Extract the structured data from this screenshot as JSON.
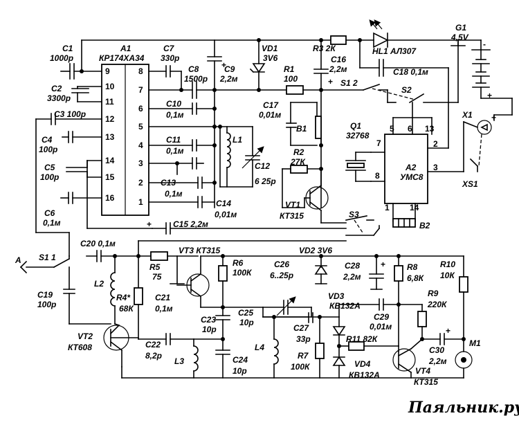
{
  "watermark": "Паяльник.ру",
  "ic_a1": {
    "ref": "A1",
    "part": "КР174ХА34",
    "pins_left": [
      "9",
      "10",
      "11",
      "12",
      "13",
      "14",
      "15",
      "16"
    ],
    "pins_right": [
      "8",
      "7",
      "6",
      "5",
      "4",
      "3",
      "2",
      "1"
    ]
  },
  "ic_a2": {
    "ref": "A2",
    "part": "УМС8",
    "pins": [
      "5",
      "6",
      "13",
      "7",
      "8",
      "2",
      "3",
      "1",
      "14"
    ]
  },
  "components": [
    {
      "ref": "C1",
      "value": "1000р"
    },
    {
      "ref": "C2",
      "value": "3300р"
    },
    {
      "ref": "C3",
      "value": "100р"
    },
    {
      "ref": "C4",
      "value": "100р"
    },
    {
      "ref": "C5",
      "value": "100р"
    },
    {
      "ref": "C6",
      "value": "0,1м"
    },
    {
      "ref": "C7",
      "value": "330р"
    },
    {
      "ref": "C8",
      "value": "1500р"
    },
    {
      "ref": "C9",
      "value": "2,2м"
    },
    {
      "ref": "C10",
      "value": "0,1м"
    },
    {
      "ref": "C11",
      "value": "0,1м"
    },
    {
      "ref": "C12",
      "value": "6 25р"
    },
    {
      "ref": "C13",
      "value": "0,1м"
    },
    {
      "ref": "C14",
      "value": "0,01м"
    },
    {
      "ref": "C15",
      "value": "2,2м"
    },
    {
      "ref": "C16",
      "value": "2,2м"
    },
    {
      "ref": "C17",
      "value": "0,01м"
    },
    {
      "ref": "C18",
      "value": "0,1м"
    },
    {
      "ref": "C19",
      "value": "100р"
    },
    {
      "ref": "C20",
      "value": "0,1м"
    },
    {
      "ref": "C21",
      "value": "0,1м"
    },
    {
      "ref": "C22",
      "value": "8,2р"
    },
    {
      "ref": "C23",
      "value": "10р"
    },
    {
      "ref": "C24",
      "value": "10р"
    },
    {
      "ref": "C25",
      "value": "10р"
    },
    {
      "ref": "C26",
      "value": "6..25р"
    },
    {
      "ref": "C27",
      "value": "33р"
    },
    {
      "ref": "C28",
      "value": "2,2м"
    },
    {
      "ref": "C29",
      "value": "0,01м"
    },
    {
      "ref": "C30",
      "value": "2,2м"
    },
    {
      "ref": "R1",
      "value": "100"
    },
    {
      "ref": "R2",
      "value": "27К"
    },
    {
      "ref": "R3",
      "value": "2К"
    },
    {
      "ref": "R4*",
      "value": "68К"
    },
    {
      "ref": "R5",
      "value": "75"
    },
    {
      "ref": "R6",
      "value": "100К"
    },
    {
      "ref": "R7",
      "value": "100К"
    },
    {
      "ref": "R8",
      "value": "6,8К"
    },
    {
      "ref": "R9",
      "value": "220К"
    },
    {
      "ref": "R10",
      "value": "10К"
    },
    {
      "ref": "R11",
      "value": "82К"
    },
    {
      "ref": "VD1",
      "value": "3V6"
    },
    {
      "ref": "VD2",
      "value": "3V6"
    },
    {
      "ref": "VD3",
      "value": "КВ132А"
    },
    {
      "ref": "VD4",
      "value": "КВ132А"
    },
    {
      "ref": "VT1",
      "value": "КТ315"
    },
    {
      "ref": "VT2",
      "value": "КТ608"
    },
    {
      "ref": "VT3",
      "value": "КТ315"
    },
    {
      "ref": "VT4",
      "value": "КТ315"
    },
    {
      "ref": "HL1",
      "value": "АЛ307"
    },
    {
      "ref": "G1",
      "value": "4,5V"
    },
    {
      "ref": "Q1",
      "value": "32768"
    },
    {
      "ref": "L1",
      "value": ""
    },
    {
      "ref": "L2",
      "value": ""
    },
    {
      "ref": "L3",
      "value": ""
    },
    {
      "ref": "L4",
      "value": ""
    },
    {
      "ref": "B1",
      "value": ""
    },
    {
      "ref": "B2",
      "value": ""
    },
    {
      "ref": "M1",
      "value": ""
    },
    {
      "ref": "X1",
      "value": ""
    },
    {
      "ref": "XS1",
      "value": ""
    },
    {
      "ref": "S1.1",
      "value": ""
    },
    {
      "ref": "S1.2",
      "value": ""
    },
    {
      "ref": "S2",
      "value": ""
    },
    {
      "ref": "S3",
      "value": ""
    },
    {
      "ref": "A",
      "value": ""
    }
  ],
  "labels": {
    "C1": "C1",
    "C1v": "1000р",
    "C2": "C2",
    "C2v": "3300р",
    "C3": "C3 100р",
    "C4": "C4",
    "C4v": "100р",
    "C5": "C5",
    "C5v": "100р",
    "C6": "C6",
    "C6v": "0,1м",
    "C7": "C7",
    "C7v": "330р",
    "C8": "C8",
    "C8v": "1500р",
    "C9": "C9",
    "C9v": "2,2м",
    "C10": "C10",
    "C10v": "0,1м",
    "C11": "C11",
    "C11v": "0,1м",
    "C12": "C12",
    "C12v": "6  25р",
    "C13": "C13",
    "C13v": "0,1м",
    "C14": "C14",
    "C14v": "0,01м",
    "C15": "C15 2,2м",
    "C16": "C16",
    "C16v": "2,2м",
    "C17": "C17",
    "C17v": "0,01м",
    "C18": "C18 0,1м",
    "C19": "C19",
    "C19v": "100р",
    "C20": "C20 0,1м",
    "C21": "C21",
    "C21v": "0,1м",
    "C22": "C22",
    "C22v": "8,2р",
    "C23": "C23",
    "C23v": "10р",
    "C24": "C24",
    "C24v": "10р",
    "C25": "C25",
    "C25v": "10р",
    "C26": "C26",
    "C26v": "6..25р",
    "C27": "C27",
    "C27v": "33р",
    "C28": "C28",
    "C28v": "2,2м",
    "C29": "C29",
    "C29v": "0,01м",
    "C30": "C30",
    "C30v": "2,2м",
    "R1": "R1",
    "R1v": "100",
    "R2": "R2",
    "R2v": "27К",
    "R3": "R3 2К",
    "R4": "R4*",
    "R4v": "68К",
    "R5": "R5",
    "R5v": "75",
    "R6": "R6",
    "R6v": "100К",
    "R7": "R7",
    "R7v": "100К",
    "R8": "R8",
    "R8v": "6,8К",
    "R9": "R9",
    "R9v": "220К",
    "R10": "R10",
    "R10v": "10К",
    "R11": "R11 82К",
    "VD1": "VD1",
    "VD1v": "3V6",
    "VD2": "VD2 3V6",
    "VD3": "VD3",
    "VD3v": "КВ132А",
    "VD4": "VD4",
    "VD4v": "КВ132А",
    "VT1": "VT1",
    "VT1v": "КТ315",
    "VT2": "VT2",
    "VT2v": "КТ608",
    "VT3": "VT3 КТ315",
    "VT4": "VT4",
    "VT4v": "КТ315",
    "HL1": "HL1 АЛ307",
    "G1": "G1",
    "G1v": "4,5V",
    "Q1": "Q1",
    "Q1v": "32768",
    "L1": "L1",
    "L2": "L2",
    "L3": "L3",
    "L4": "L4",
    "B1": "B1",
    "B2": "B2",
    "M1": "M1",
    "X1": "X1",
    "XS1": "XS1",
    "S11": "S1 1",
    "S12": "S1 2",
    "S2": "S2",
    "S3": "S3",
    "A": "A",
    "A1": "A1",
    "A1v": "КР174ХА34",
    "A2": "A2",
    "A2v": "УМС8"
  }
}
